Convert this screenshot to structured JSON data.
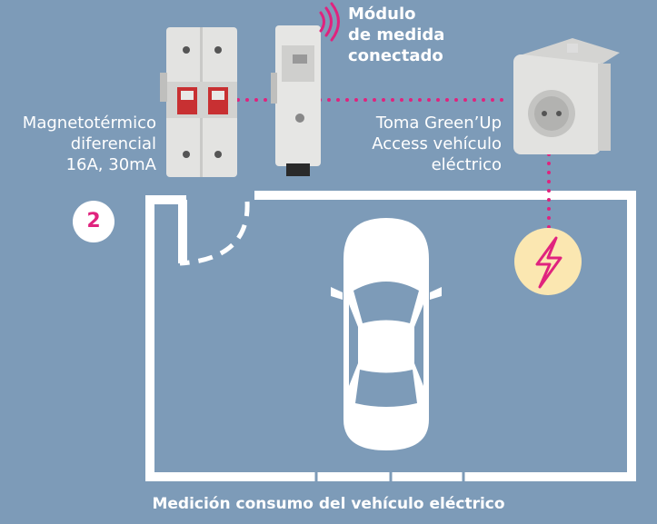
{
  "labels": {
    "breaker": "Magnetotérmico\ndiferencial\n16A, 30mA",
    "module": "Módulo\nde medida\nconectado",
    "socket": "Toma Green’Up\nAccess vehículo\neléctrico"
  },
  "step_number": "2",
  "caption": "Medición consumo del vehículo eléctrico",
  "icons": [
    "circuit-breaker-icon",
    "measurement-module-icon",
    "wireless-signal-icon",
    "wall-socket-icon",
    "lightning-bolt-icon",
    "car-icon"
  ],
  "colors": {
    "background": "#7d9bb8",
    "accent": "#e0237e",
    "bolt_circle": "#fbe7b1",
    "line": "#ffffff"
  }
}
